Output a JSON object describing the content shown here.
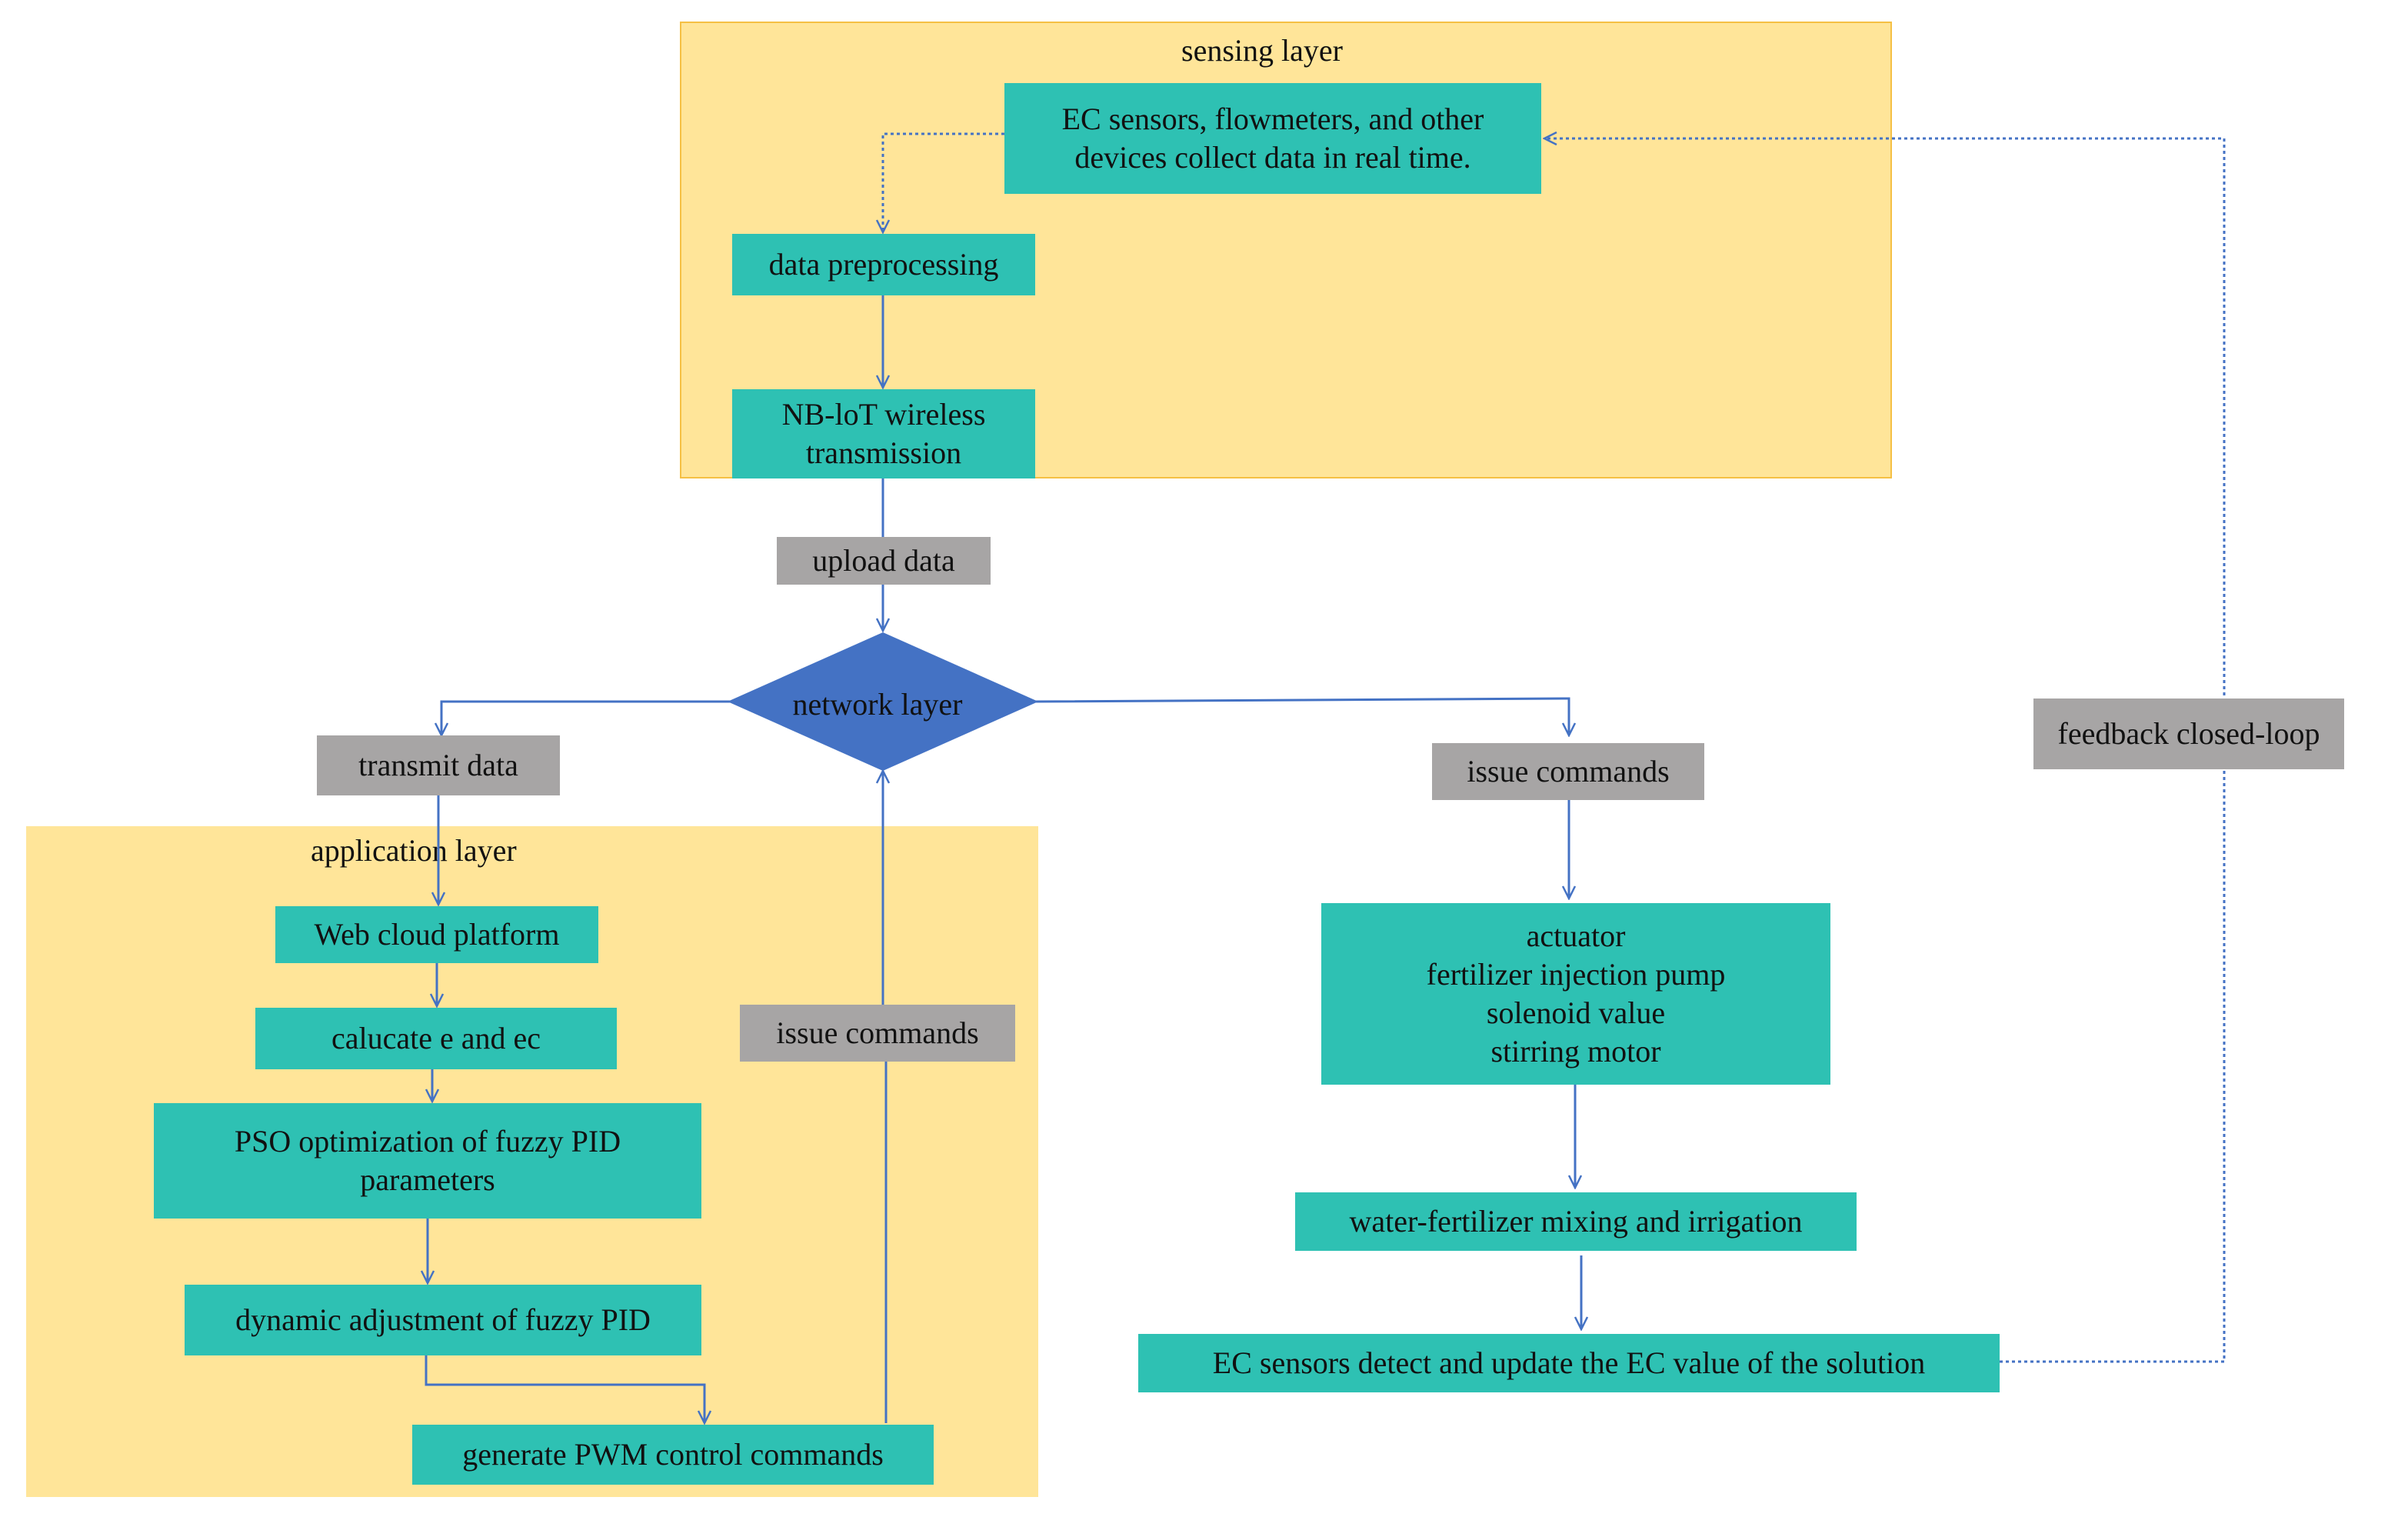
{
  "regions": {
    "sensing_title": "sensing layer",
    "application_title": "application layer"
  },
  "nodes": {
    "ec_sensors_collect": "EC sensors, flowmeters, and other\ndevices collect data in real time.",
    "data_preprocessing": "data preprocessing",
    "nb_iot": "NB-loT wireless\ntransmission",
    "upload_data": "upload data",
    "network_layer": "network layer",
    "transmit_data": "transmit data",
    "issue_commands_right": "issue commands",
    "feedback_loop": "feedback closed-loop",
    "web_cloud": "Web cloud platform",
    "calculate_e_ec": "calucate e and ec",
    "pso": "PSO optimization of fuzzy PID\nparameters",
    "dynamic_adjust": "dynamic adjustment of fuzzy PID",
    "generate_pwm": "generate PWM control commands",
    "issue_commands_left": "issue commands",
    "actuator": "actuator\nfertilizer injection pump\nsolenoid value\nstirring motor",
    "water_mixing": "water-fertilizer mixing and irrigation",
    "ec_detect": "EC sensors detect and update the EC value of the solution"
  },
  "colors": {
    "region_fill": "#FFE599",
    "process_fill": "#2EC1B3",
    "label_fill": "#A7A5A5",
    "decision_fill": "#4472C4",
    "arrow": "#4472C4"
  }
}
